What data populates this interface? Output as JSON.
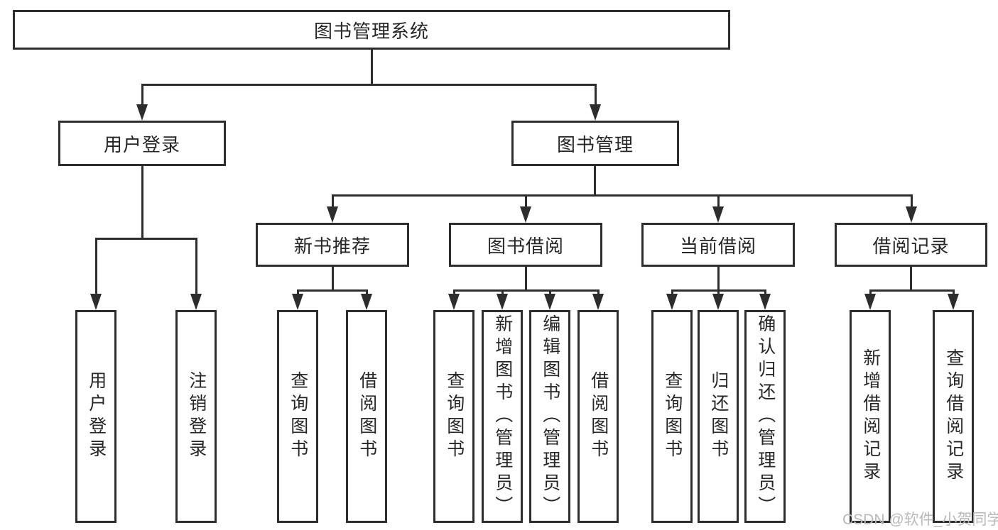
{
  "diagram": {
    "type": "hierarchy-tree",
    "colors": {
      "background": "#ffffff",
      "line": "#2d2d2d",
      "box_border": "#2d2d2d",
      "text": "#262626",
      "watermark": "#b9b9b9"
    },
    "root": {
      "label": "图书管理系统"
    },
    "branches": {
      "user": {
        "label": "用户登录",
        "children": [
          {
            "label": "用户登录"
          },
          {
            "label": "注销登录"
          }
        ]
      },
      "book": {
        "label": "图书管理",
        "sections": [
          {
            "label": "新书推荐",
            "children": [
              {
                "label": "查询图书"
              },
              {
                "label": "借阅图书"
              }
            ]
          },
          {
            "label": "图书借阅",
            "children": [
              {
                "label": "查询图书"
              },
              {
                "label": "新增图书（管理员）"
              },
              {
                "label": "编辑图书（管理员）"
              },
              {
                "label": "借阅图书"
              }
            ]
          },
          {
            "label": "当前借阅",
            "children": [
              {
                "label": "查询图书"
              },
              {
                "label": "归还图书"
              },
              {
                "label": "确认归还（管理员）"
              }
            ]
          },
          {
            "label": "借阅记录",
            "children": [
              {
                "label": "新增借阅记录"
              },
              {
                "label": "查询借阅记录"
              }
            ]
          }
        ]
      }
    },
    "watermark": "CSDN @软件_小贺同学"
  }
}
